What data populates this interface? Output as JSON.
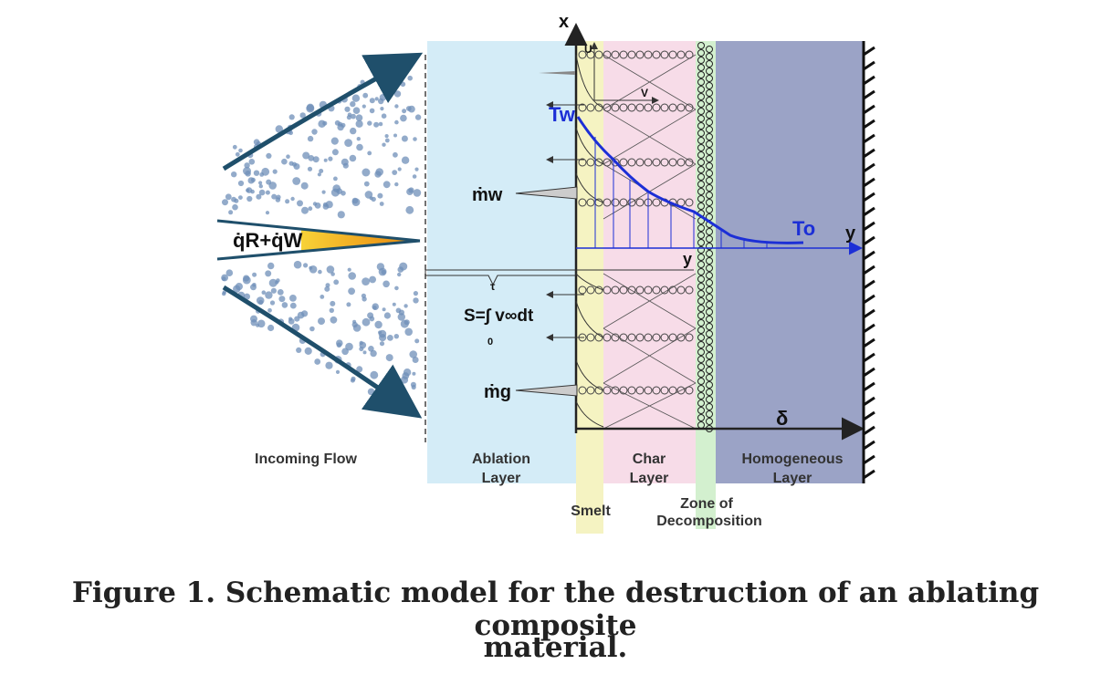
{
  "figure": {
    "caption_line1": "Figure 1. Schematic model for the destruction of an ablating composite",
    "caption_line2": "material."
  },
  "regions": {
    "incoming_flow": "Incoming Flow",
    "ablation_line1": "Ablation",
    "ablation_line2": "Layer",
    "char_line1": "Char",
    "char_line2": "Layer",
    "homog_line1": "Homogeneous",
    "homog_line2": "Layer",
    "smelt": "Smelt",
    "zone_line1": "Zone of",
    "zone_line2": "Decomposition"
  },
  "symbols": {
    "heat_flux": "q̇R+q̇W",
    "mass_w": "ṁw",
    "mass_g": "ṁg",
    "surface_integral": "S=∫ v∞dt",
    "integral_upper": "τ",
    "integral_lower": "0",
    "wall_temp": "Tw",
    "init_temp": "To",
    "axis_x": "x",
    "axis_y": "y",
    "axis_y_inner": "y",
    "axis_u": "U",
    "axis_v": "V",
    "thickness": "δ"
  },
  "colors": {
    "ablation_fill": "#d4ecf7",
    "smelt_fill": "#f5f3c2",
    "char_fill": "#f7dce8",
    "zone_fill": "#d3f0cf",
    "homog_fill": "#9ba3c6",
    "temp_curve": "#1c2fd6",
    "particle": "#6f8fb8",
    "flow_arrow": "#1f4f6b",
    "heat_cone": "#f0a21c"
  }
}
